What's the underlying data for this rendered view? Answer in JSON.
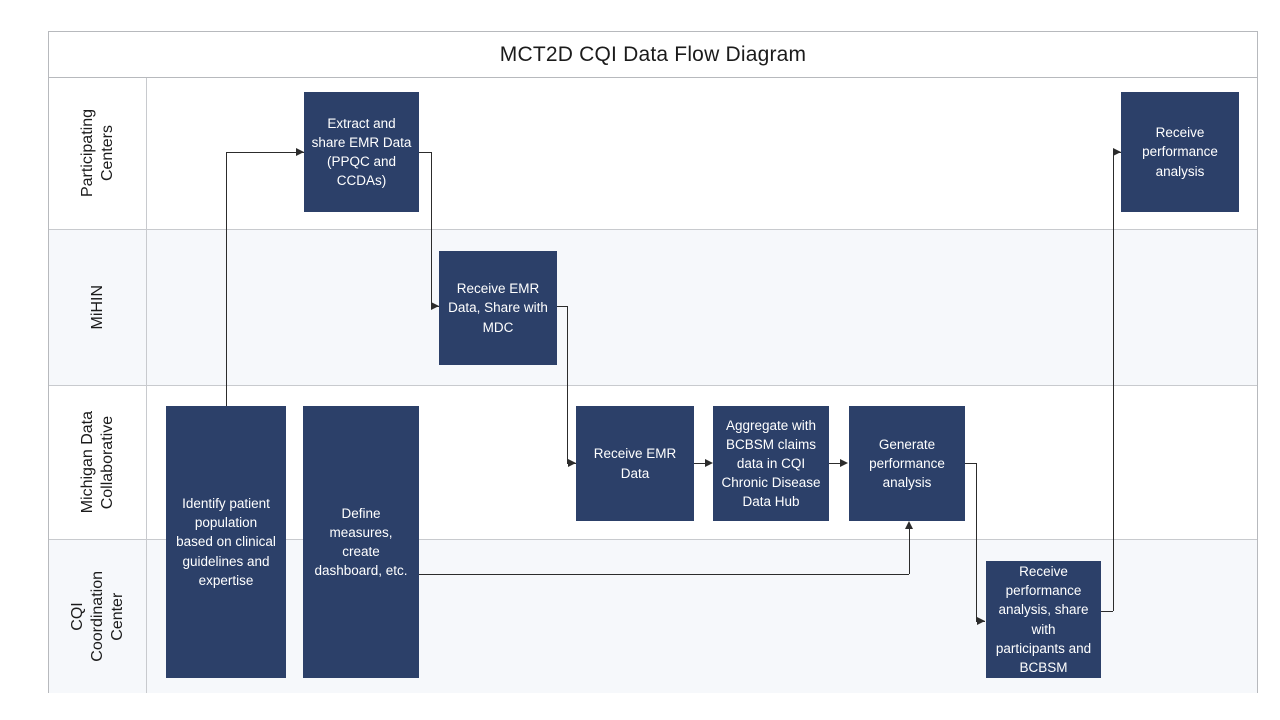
{
  "diagram": {
    "title": "MCT2D CQI Data Flow Diagram",
    "accent_color": "#2c4069",
    "frame_border_color": "#b7b9bd",
    "lane_divider_color": "#c8cace",
    "connector_color": "#2c2c2c",
    "lane_tint_color": "#f6f8fb",
    "lanes": [
      {
        "id": "participating-centers",
        "label": "Participating\nCenters",
        "shade": "white"
      },
      {
        "id": "mihin",
        "label": "MiHIN",
        "shade": "tint"
      },
      {
        "id": "michigan-data-collaborative",
        "label": "Michigan Data\nCollaborative",
        "shade": "white"
      },
      {
        "id": "cqi-coordination-center",
        "label": "CQI\nCoordination\nCenter",
        "shade": "tint"
      }
    ],
    "nodes": [
      {
        "id": "extract-share-emr-data",
        "lane": "participating-centers",
        "text": "Extract and\nshare EMR Data\n(PPQC and\nCCDAs)"
      },
      {
        "id": "receive-performance-analysis-centers",
        "lane": "participating-centers",
        "text": "Receive\nperformance\nanalysis"
      },
      {
        "id": "receive-emr-data-share-mdc",
        "lane": "mihin",
        "text": "Receive EMR\nData, Share with\nMDC"
      },
      {
        "id": "identify-patient-population",
        "lane": "michigan-data-collaborative",
        "text": "Identify patient\npopulation\nbased on  clinical\nguidelines and\nexpertise"
      },
      {
        "id": "define-measures",
        "lane": "michigan-data-collaborative",
        "text": "Define\nmeasures,\ncreate\ndashboard, etc."
      },
      {
        "id": "receive-emr-data-mdc",
        "lane": "michigan-data-collaborative",
        "text": "Receive EMR\nData"
      },
      {
        "id": "aggregate-bcbsm-claims",
        "lane": "michigan-data-collaborative",
        "text": "Aggregate with\nBCBSM claims\ndata in CQI\nChronic Disease\nData Hub"
      },
      {
        "id": "generate-performance-analysis",
        "lane": "michigan-data-collaborative",
        "text": "Generate\nperformance\nanalysis"
      },
      {
        "id": "receive-share-performance-analysis",
        "lane": "cqi-coordination-center",
        "text": "Receive\nperformance\nanalysis, share\nwith\nparticipants and\nBCBSM"
      }
    ],
    "connectors": [
      {
        "id": "identify-to-extract",
        "from": "identify-patient-population",
        "to": "extract-share-emr-data"
      },
      {
        "id": "extract-to-mihin",
        "from": "extract-share-emr-data",
        "to": "receive-emr-data-share-mdc"
      },
      {
        "id": "mihin-to-receive-emr-mdc",
        "from": "receive-emr-data-share-mdc",
        "to": "receive-emr-data-mdc"
      },
      {
        "id": "receive-emr-to-aggregate",
        "from": "receive-emr-data-mdc",
        "to": "aggregate-bcbsm-claims"
      },
      {
        "id": "aggregate-to-generate",
        "from": "aggregate-bcbsm-claims",
        "to": "generate-performance-analysis"
      },
      {
        "id": "define-measures-to-generate",
        "from": "define-measures",
        "to": "generate-performance-analysis"
      },
      {
        "id": "generate-to-cqi",
        "from": "generate-performance-analysis",
        "to": "receive-share-performance-analysis"
      },
      {
        "id": "cqi-to-centers",
        "from": "receive-share-performance-analysis",
        "to": "receive-performance-analysis-centers"
      }
    ]
  }
}
